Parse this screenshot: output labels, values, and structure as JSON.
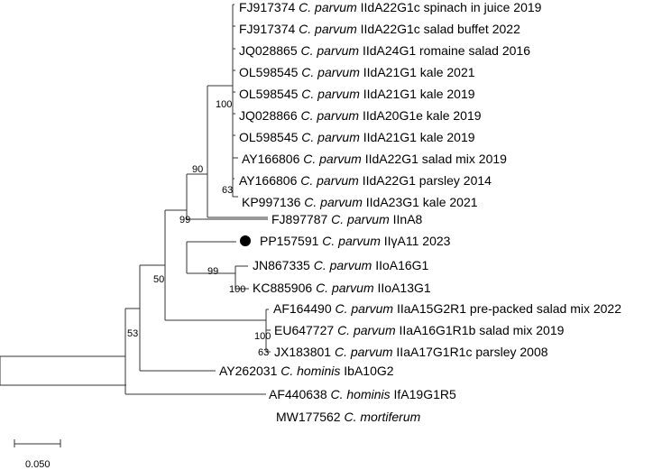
{
  "tree": {
    "taxa": [
      {
        "acc": "FJ917374",
        "species": "C. parvum",
        "detail": "IIdA22G1c spinach in juice 2019"
      },
      {
        "acc": "FJ917374",
        "species": "C. parvum",
        "detail": "IIdA22G1c salad buffet 2022"
      },
      {
        "acc": "JQ028865",
        "species": "C. parvum",
        "detail": "IIdA24G1 romaine salad 2016"
      },
      {
        "acc": "OL598545",
        "species": "C. parvum",
        "detail": "IIdA21G1 kale 2021"
      },
      {
        "acc": "OL598545",
        "species": "C. parvum",
        "detail": "IIdA21G1 kale 2019"
      },
      {
        "acc": "JQ028866",
        "species": "C. parvum",
        "detail": "IIdA20G1e kale 2019"
      },
      {
        "acc": "OL598545",
        "species": "C. parvum",
        "detail": "IIdA21G1 kale 2019"
      },
      {
        "acc": "AY166806",
        "species": "C. parvum",
        "detail": "IIdA22G1 salad mix 2019"
      },
      {
        "acc": "AY166806",
        "species": "C. parvum",
        "detail": "IIdA22G1 parsley 2014"
      },
      {
        "acc": "KP997136",
        "species": "C. parvum",
        "detail": "IIdA23G1 kale 2021"
      },
      {
        "acc": "FJ897787",
        "species": "C. parvum",
        "detail": "IInA8"
      },
      {
        "acc": "PP157591",
        "species": "C. parvum",
        "detail": "IIγA11 2023"
      },
      {
        "acc": "JN867335",
        "species": "C. parvum",
        "detail": "IIoA16G1"
      },
      {
        "acc": "KC885906",
        "species": "C. parvum",
        "detail": "IIoA13G1"
      },
      {
        "acc": "AF164490",
        "species": "C. parvum",
        "detail": "IIaA15G2R1 pre-packed salad mix 2022"
      },
      {
        "acc": "EU647727",
        "species": "C. parvum",
        "detail": "IIaA16G1R1b salad mix 2019"
      },
      {
        "acc": "JX183801",
        "species": "C. parvum",
        "detail": "IIaA17G1R1c parsley 2008"
      },
      {
        "acc": "AY262031",
        "species": "C. hominis",
        "detail": "IbA10G2"
      },
      {
        "acc": "AF440638",
        "species": "C. hominis",
        "detail": "IfA19G1R5"
      },
      {
        "acc": "MW177562",
        "species": "C. mortiferum",
        "detail": ""
      }
    ],
    "bootstraps": [
      "100",
      "63",
      "90",
      "99",
      "99",
      "100",
      "100",
      "63",
      "50",
      "53"
    ],
    "scale_bar": "0.050",
    "highlighted_taxon": "PP157591"
  }
}
